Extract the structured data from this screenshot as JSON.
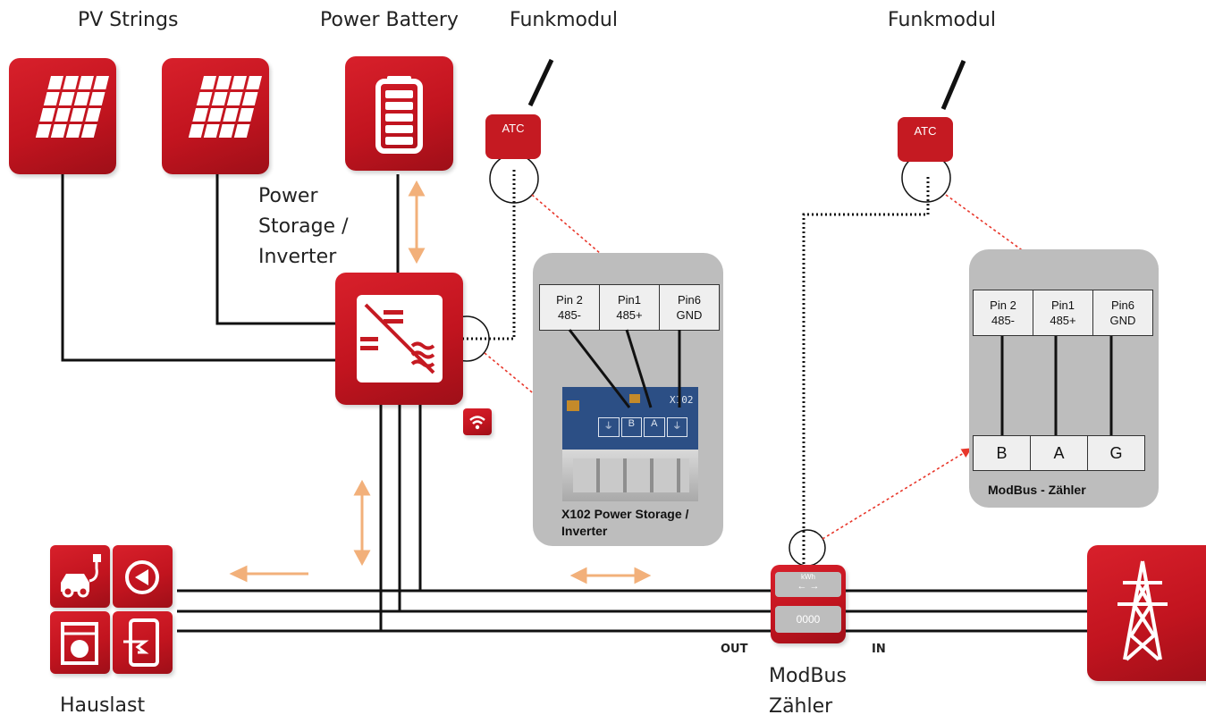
{
  "labels": {
    "pv_strings": "PV Strings",
    "power_battery": "Power Battery",
    "funkmodul_1": "Funkmodul",
    "funkmodul_2": "Funkmodul",
    "inverter_line1": "Power",
    "inverter_line2": "Storage /",
    "inverter_line3": "Inverter",
    "hauslast": "Hauslast",
    "meter_line1": "ModBus",
    "meter_line2": "Zähler",
    "out": "OUT",
    "in": "IN"
  },
  "atc": {
    "left": "ATC",
    "right": "ATC"
  },
  "meter": {
    "top": "kWh",
    "arrows": "← →",
    "reading": "0000"
  },
  "inverter_panel": {
    "pins": [
      {
        "name": "Pin 2",
        "signal": "485-"
      },
      {
        "name": "Pin1",
        "signal": "485+"
      },
      {
        "name": "Pin6",
        "signal": "GND"
      }
    ],
    "board_label": "X102",
    "board_terminals": [
      "B",
      "A"
    ],
    "caption_line1": "X102 Power Storage /",
    "caption_line2": "Inverter"
  },
  "meter_panel": {
    "pins": [
      {
        "name": "Pin 2",
        "signal": "485-"
      },
      {
        "name": "Pin1",
        "signal": "485+"
      },
      {
        "name": "Pin6",
        "signal": "GND"
      }
    ],
    "terminals": [
      "B",
      "A",
      "G"
    ],
    "caption": "ModBus  - Zähler"
  },
  "colors": {
    "brand_red": "#c51a22",
    "arrow_orange": "#f2b07a",
    "link_red": "#e8372b",
    "panel_gray": "#bdbdbd"
  },
  "icons": [
    "solar-panel-icon",
    "battery-icon",
    "inverter-icon",
    "antenna-icon",
    "wifi-icon",
    "ev-charger-icon",
    "heat-pump-icon",
    "washing-machine-icon",
    "water-heater-icon",
    "power-pylon-icon",
    "energy-meter-icon"
  ]
}
